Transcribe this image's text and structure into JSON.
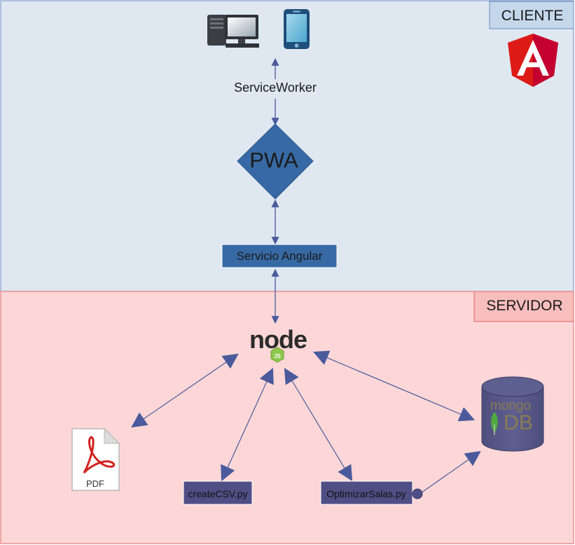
{
  "client": {
    "label": "CLIENTE",
    "service_worker_label": "ServiceWorker",
    "pwa_label": "PWA",
    "angular_service_label": "Servicio Angular",
    "devices": [
      "desktop-computer-icon",
      "smartphone-icon"
    ],
    "logo": "angular-logo"
  },
  "server": {
    "label": "SERVIDOR",
    "node_logo_text": "node",
    "node_logo_badge": "JS",
    "pdf_label": "PDF",
    "create_csv_label": "createCSV.py",
    "optimizar_label": "OptimizarSalas.py",
    "mongo_word": "mongo",
    "mongo_db_word": "DB"
  },
  "colors": {
    "client_bg": "#dfe7f1",
    "client_border": "#6c8ebf",
    "server_bg": "#fdd7d7",
    "server_border": "#e06466",
    "node_blue": "#376aa5",
    "script_box": "#4f4f86",
    "arrow": "#4a5a9c",
    "mongo_body": "#595a8a",
    "angular_red": "#dd1b16"
  }
}
